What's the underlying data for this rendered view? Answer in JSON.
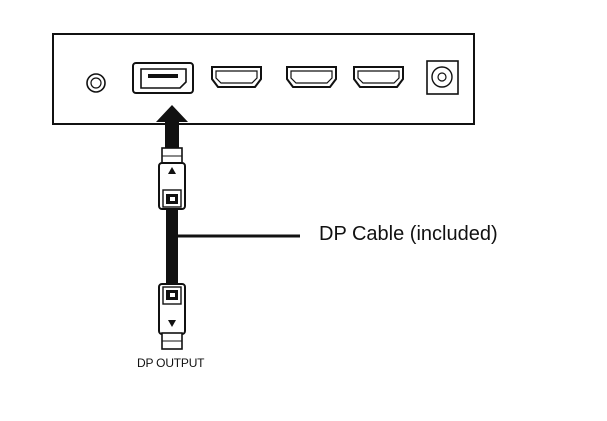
{
  "diagram": {
    "ports": [
      {
        "name": "Audio Out",
        "icon": "audio-jack-icon"
      },
      {
        "name": "DisplayPort In",
        "icon": "displayport-port-icon"
      },
      {
        "name": "HDMI 1",
        "icon": "hdmi-port-icon"
      },
      {
        "name": "HDMI 2",
        "icon": "hdmi-port-icon"
      },
      {
        "name": "HDMI 3",
        "icon": "hdmi-port-icon"
      },
      {
        "name": "DC In",
        "icon": "dc-power-port-icon"
      }
    ],
    "cable_label": "DP Cable (included)",
    "output_label": "DP OUTPUT",
    "colors": {
      "line": "#111111",
      "background": "#ffffff"
    }
  }
}
